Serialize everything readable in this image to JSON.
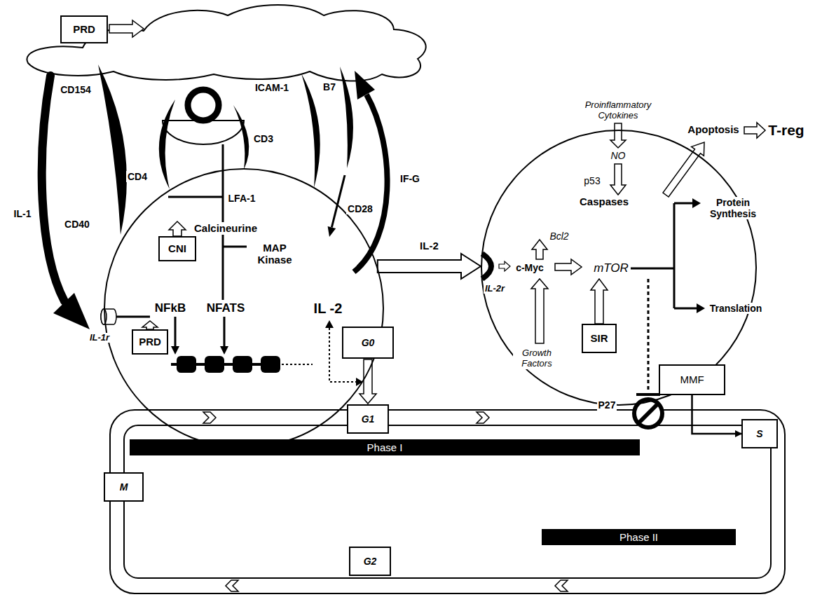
{
  "diagram": {
    "nodes": [
      {
        "text": [
          "PRD"
        ]
      },
      {
        "text": [
          "LFA-1",
          "Calcineurine",
          "MAP Kinase",
          "NFkB",
          "NFATS",
          "IL -2"
        ]
      },
      {
        "text": [
          "CNI"
        ],
        "in": 1
      },
      {
        "text": [
          "PRD"
        ],
        "in": 1
      },
      {
        "text": [
          "G0"
        ]
      },
      {
        "text": [
          "Caspases",
          "Bcl2",
          "c-Myc",
          "mTOR",
          "Protein Synthesis",
          "Translation",
          "Growth Factors"
        ]
      },
      {
        "text": [
          "SIR"
        ],
        "in": 5
      },
      {
        "text": [
          "MMF"
        ]
      },
      {
        "text": [
          "G1"
        ]
      },
      {
        "text": [
          "S"
        ]
      },
      {
        "text": [
          "M"
        ]
      },
      {
        "text": [
          "G2"
        ]
      },
      {
        "text": [
          "Phase I"
        ]
      },
      {
        "text": [
          "Phase II"
        ]
      }
    ],
    "edges": [
      {
        "from": 1,
        "to": 5,
        "label": "IL-2",
        "arrow": "to"
      },
      {
        "from": 4,
        "to": 8,
        "arrow": "to"
      },
      {
        "from": 7,
        "to": 9,
        "arrow": "to"
      }
    ],
    "labels": [
      "CD154",
      "ICAM-1",
      "B7",
      "CD3",
      "CD4",
      "CD40",
      "IL-1",
      "IF-G",
      "CD28",
      "IL-1r",
      "IL-2r",
      "Proinflammatory Cytokines",
      "NO",
      "p53",
      "Apoptosis",
      "T-reg",
      "P27"
    ]
  }
}
